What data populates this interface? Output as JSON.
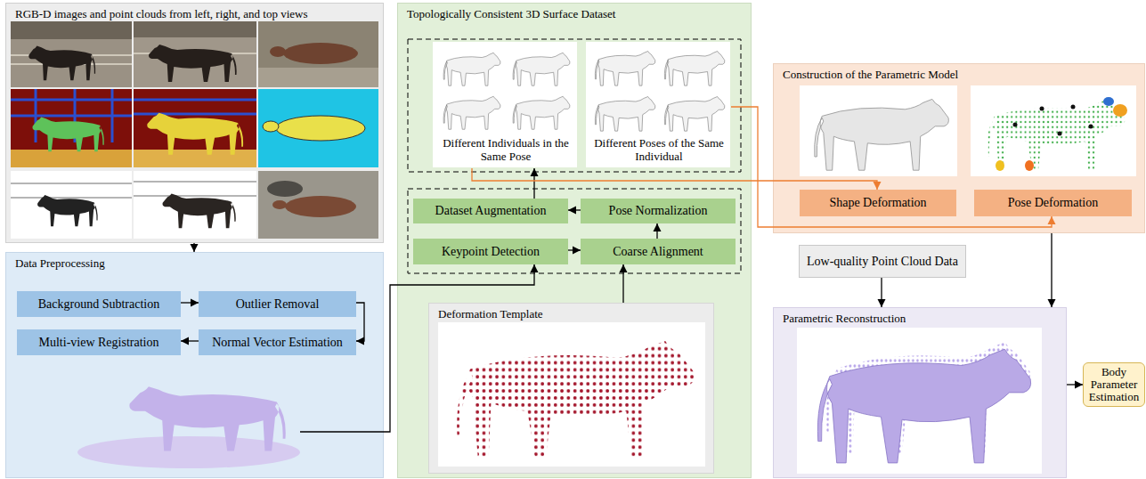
{
  "diagram": {
    "nodes": [
      {
        "text": [
          "RGB-D images and point clouds from left, right, and top views"
        ]
      },
      {
        "text": [
          "Data Preprocessing"
        ]
      },
      {
        "text": [
          "Background Subtraction"
        ],
        "in": 1
      },
      {
        "text": [
          "Outlier Removal"
        ],
        "in": 1
      },
      {
        "text": [
          "Multi-view Registration"
        ],
        "in": 1
      },
      {
        "text": [
          "Normal Vector Estimation"
        ],
        "in": 1
      },
      {
        "text": [
          "Topologically Consistent 3D Surface Dataset"
        ]
      },
      {
        "text": [
          "Different Individuals in the Same Pose"
        ],
        "in": 6
      },
      {
        "text": [
          "Different Poses of the Same Individual"
        ],
        "in": 6
      },
      {
        "text": [
          "Dataset Augmentation"
        ],
        "in": 6
      },
      {
        "text": [
          "Pose Normalization"
        ],
        "in": 6
      },
      {
        "text": [
          "Keypoint Detection"
        ],
        "in": 6
      },
      {
        "text": [
          "Coarse Alignment"
        ],
        "in": 6
      },
      {
        "text": [
          "Deformation Template"
        ],
        "in": 6
      },
      {
        "text": [
          "Construction of the Parametric Model"
        ]
      },
      {
        "text": [
          "Shape Deformation"
        ],
        "in": 14
      },
      {
        "text": [
          "Pose Deformation"
        ],
        "in": 14
      },
      {
        "text": [
          "Low-quality Point Cloud Data"
        ]
      },
      {
        "text": [
          "Parametric Reconstruction"
        ]
      },
      {
        "text": [
          "Body Parameter Estimation"
        ]
      }
    ],
    "edges": [
      {
        "from": 0,
        "to": 1,
        "arrow": "to"
      },
      {
        "from": 2,
        "to": 3,
        "arrow": "to"
      },
      {
        "from": 3,
        "to": 5,
        "arrow": "to"
      },
      {
        "from": 5,
        "to": 4,
        "arrow": "to"
      },
      {
        "from": 1,
        "to": 11,
        "arrow": "to"
      },
      {
        "from": 13,
        "to": 12,
        "arrow": "to"
      },
      {
        "from": 11,
        "to": 12,
        "arrow": "to"
      },
      {
        "from": 12,
        "to": 10,
        "arrow": "to"
      },
      {
        "from": 10,
        "to": 9,
        "arrow": "to"
      },
      {
        "from": 9,
        "to": 7,
        "arrow": "to"
      },
      {
        "from": 7,
        "to": 15,
        "arrow": "to"
      },
      {
        "from": 8,
        "to": 16,
        "arrow": "to"
      },
      {
        "from": 14,
        "to": 18,
        "arrow": "to"
      },
      {
        "from": 17,
        "to": 18,
        "arrow": "to"
      },
      {
        "from": 18,
        "to": 19,
        "arrow": "to"
      }
    ]
  }
}
